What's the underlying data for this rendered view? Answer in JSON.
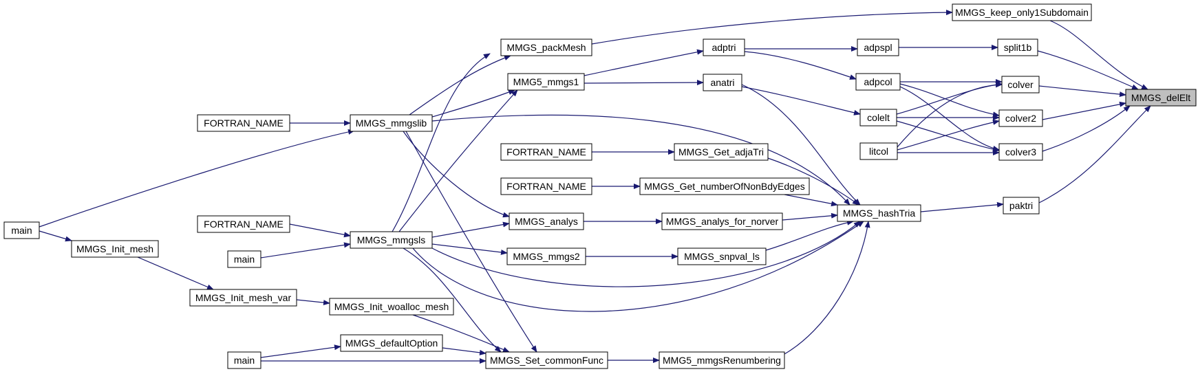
{
  "nodes": {
    "root": "MMGS_delElt",
    "keep": "MMGS_keep_only1Subdomain",
    "split1b": "split1b",
    "colver": "colver",
    "colver2": "colver2",
    "colver3": "colver3",
    "paktri": "paktri",
    "adpspl": "adpspl",
    "adpcol": "adpcol",
    "colelt": "colelt",
    "litcol": "litcol",
    "hashtria": "MMGS_hashTria",
    "adptri": "adptri",
    "anatri": "anatri",
    "packmesh": "MMGS_packMesh",
    "mmgs1": "MMG5_mmgs1",
    "getadja": "MMGS_Get_adjaTri",
    "getnonbdy": "MMGS_Get_numberOfNonBdyEdges",
    "analysnorver": "MMGS_analys_for_norver",
    "snpval": "MMGS_snpval_ls",
    "renum": "MMG5_mmgsRenumbering",
    "fortran2": "FORTRAN_NAME",
    "fortran3": "FORTRAN_NAME",
    "analys": "MMGS_analys",
    "mmgs2": "MMGS_mmgs2",
    "mmgslib": "MMGS_mmgslib",
    "mmgsls": "MMGS_mmgsls",
    "woalloc": "MMGS_Init_woalloc_mesh",
    "defopt": "MMGS_defaultOption",
    "setcommon": "MMGS_Set_commonFunc",
    "fortran1": "FORTRAN_NAME",
    "fortran4": "FORTRAN_NAME",
    "main2": "main",
    "meshvar": "MMGS_Init_mesh_var",
    "main3": "main",
    "initmesh": "MMGS_Init_mesh",
    "main1": "main"
  }
}
